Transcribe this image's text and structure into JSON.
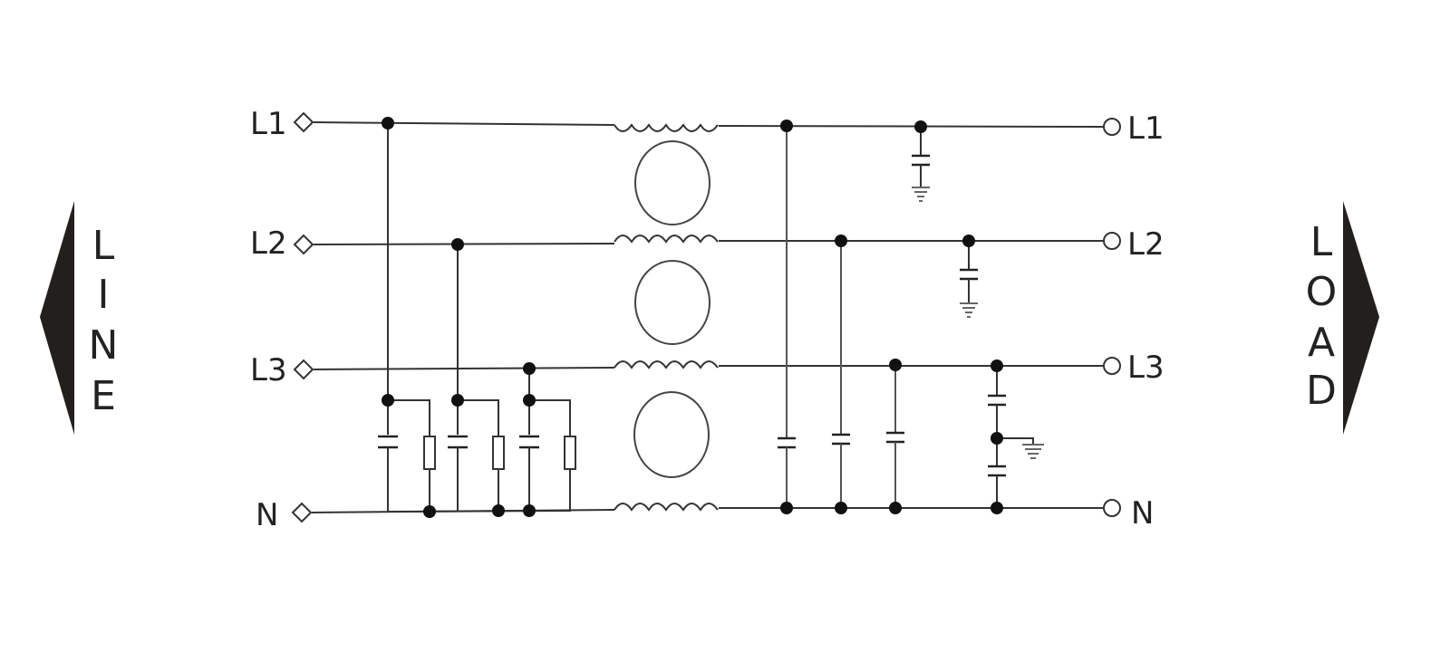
{
  "diagram": {
    "line_side": {
      "label_letters": [
        "L",
        "I",
        "N",
        "E"
      ],
      "terminals": [
        "L1",
        "L2",
        "L3",
        "N"
      ]
    },
    "load_side": {
      "label_letters": [
        "L",
        "O",
        "A",
        "D"
      ],
      "terminals": [
        "L1",
        "L2",
        "L3",
        "N"
      ]
    },
    "colors": {
      "ink": "#333333",
      "arrow": "#231f1d",
      "background": "#ffffff"
    }
  }
}
